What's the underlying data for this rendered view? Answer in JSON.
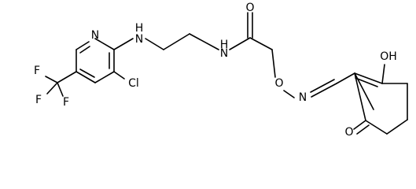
{
  "molecule": {
    "atoms": {
      "N_py": "N",
      "NH_1": "H",
      "NH_1n": "N",
      "NH_2": "H",
      "NH_2n": "N",
      "O_carbonyl": "O",
      "O_ether": "O",
      "N_oxime": "N",
      "OH": "OH",
      "O_ketone": "O",
      "Cl": "Cl",
      "F_1": "F",
      "F_2": "F",
      "F_3": "F"
    }
  }
}
